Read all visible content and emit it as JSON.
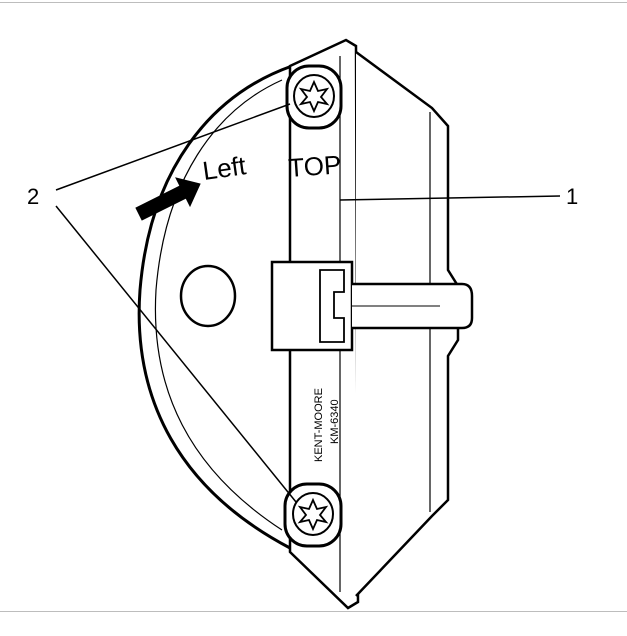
{
  "callouts": {
    "one": "1",
    "two": "2"
  },
  "part_labels": {
    "top": "TOP",
    "left": "Left"
  },
  "tool_marking": {
    "line1": "KENT-MOORE",
    "line2": "KM-6340"
  },
  "colors": {
    "line": "#000000",
    "background": "#ffffff",
    "rule": "#bdbdbd"
  }
}
